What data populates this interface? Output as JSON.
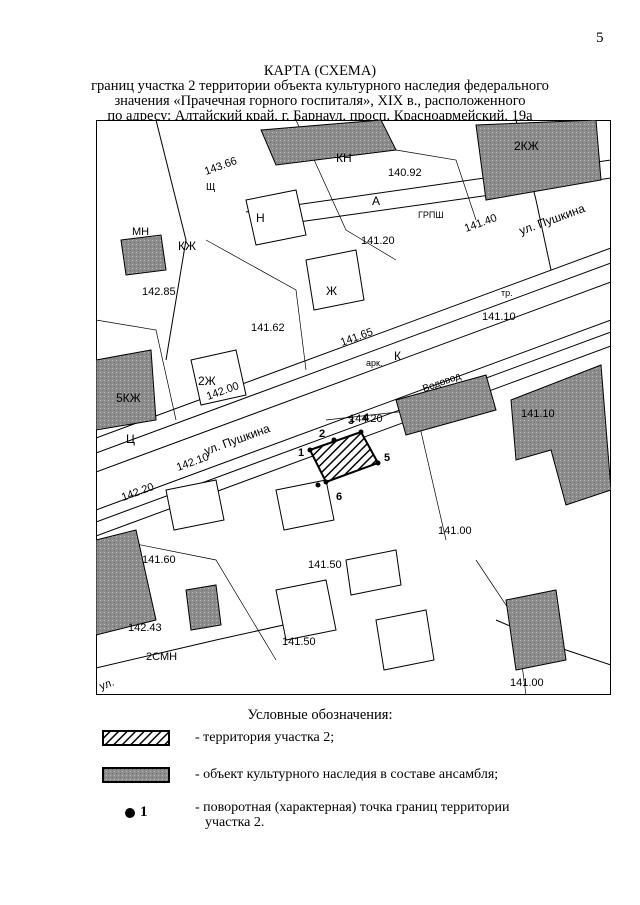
{
  "page_number": "5",
  "title": {
    "line1": "КАРТА (СХЕМА)",
    "line2": "границ участка 2 территории объекта культурного наследия федерального",
    "line3": "значения «Прачечная горного госпиталя», XIX в., расположенного",
    "line4": "по адресу: Алтайский край, г. Барнаул, просп. Красноармейский, 19а"
  },
  "map": {
    "streets": {
      "pushkina_lower": "ул. Пушкина",
      "pushkina_upper": "ул. Пушкина",
      "bottom_left": "ул."
    },
    "elevations": [
      "143.66",
      "140.92",
      "141.20",
      "141.40",
      "142.85",
      "141.62",
      "141.65",
      "141.10",
      "142.00",
      "144.20",
      "142.20",
      "142.10",
      "141.10",
      "141.00",
      "141.60",
      "141.50",
      "142.43",
      "141.50",
      "141.00"
    ],
    "building_labels": [
      "КН",
      "А",
      "Н",
      "Ж",
      "2Ж",
      "КЖ",
      "Ц",
      "5КЖ",
      "2КЖ",
      "2СМН",
      "МН",
      "ГРПШ",
      "Щ",
      "тр.",
      "арк.",
      "К",
      "Водовод"
    ],
    "points": [
      "1",
      "2",
      "3",
      "4",
      "5",
      "6"
    ]
  },
  "legend": {
    "title": "Условные обозначения:",
    "items": [
      {
        "symbol": "hatched-rect",
        "text": "- территория участка 2;"
      },
      {
        "symbol": "grey-rect",
        "text": "- объект культурного наследия в составе ансамбля;"
      },
      {
        "symbol": "dot",
        "label": "1",
        "text": "- поворотная (характерная) точка границ территории",
        "text2": "участка 2."
      }
    ]
  },
  "colors": {
    "heritage_fill": "#8a8a8a",
    "plot_fill": "#555555"
  }
}
